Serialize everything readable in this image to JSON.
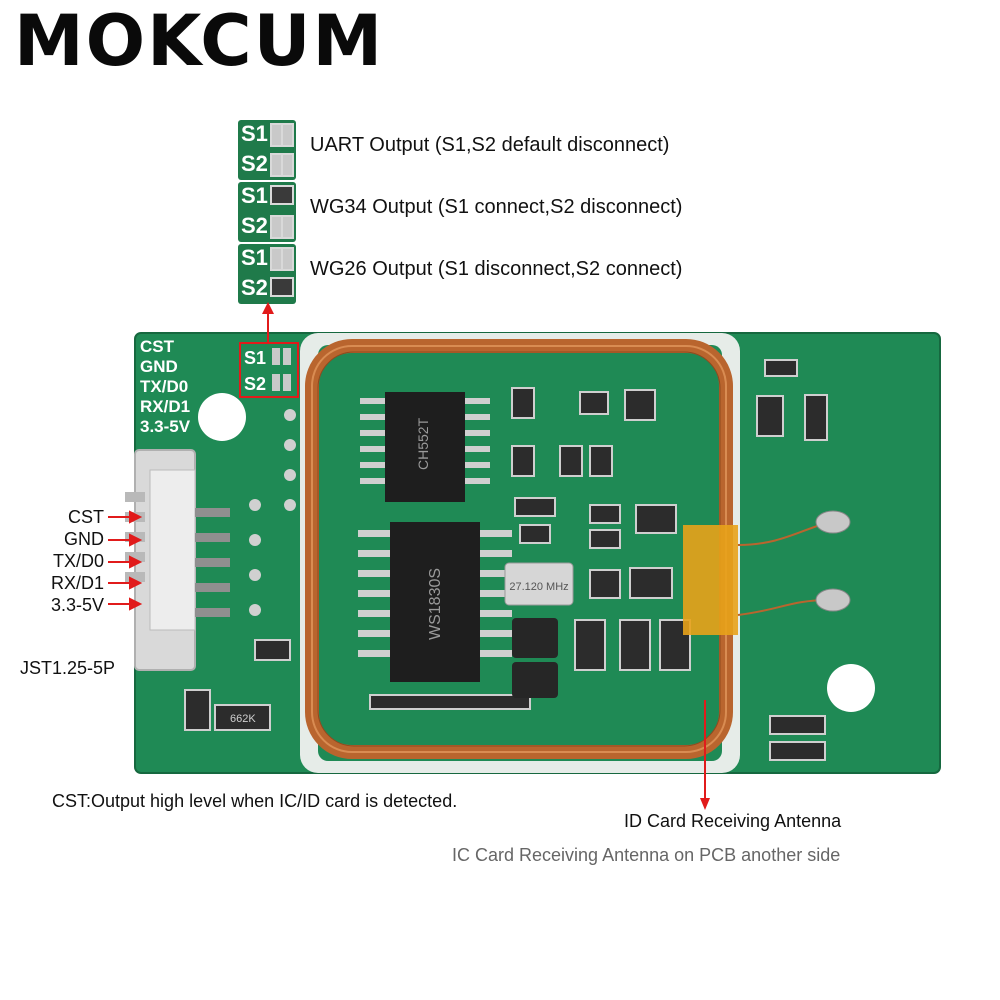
{
  "brand": "MOKCUM",
  "modes": [
    {
      "text": "UART Output (S1,S2 default disconnect)"
    },
    {
      "text": "WG34 Output (S1 connect,S2 disconnect)"
    },
    {
      "text": "WG26 Output (S1 disconnect,S2 connect)"
    }
  ],
  "jumper_labels": {
    "s1": "S1",
    "s2": "S2"
  },
  "pcb_silkscreen": [
    "CST",
    "GND",
    "TX/D0",
    "RX/D1",
    "3.3-5V"
  ],
  "connector_pins": [
    "CST",
    "GND",
    "TX/D0",
    "RX/D1",
    "3.3-5V"
  ],
  "connector_name": "JST1.25-5P",
  "cst_note": "CST:Output high level when IC/ID card is detected.",
  "antenna_label": "ID Card Receiving Antenna",
  "antenna_sub": "IC Card Receiving Antenna on PCB another side",
  "chip_labels": {
    "ch552t": "CH552T",
    "ws1830s": "WS1830S",
    "crystal": "27.120 MHz",
    "r662k": "662K"
  },
  "colors": {
    "pcb": "#1f8a55",
    "copper": "#b9652e",
    "arrow": "#e11b1b",
    "tape": "#e8a21a"
  }
}
